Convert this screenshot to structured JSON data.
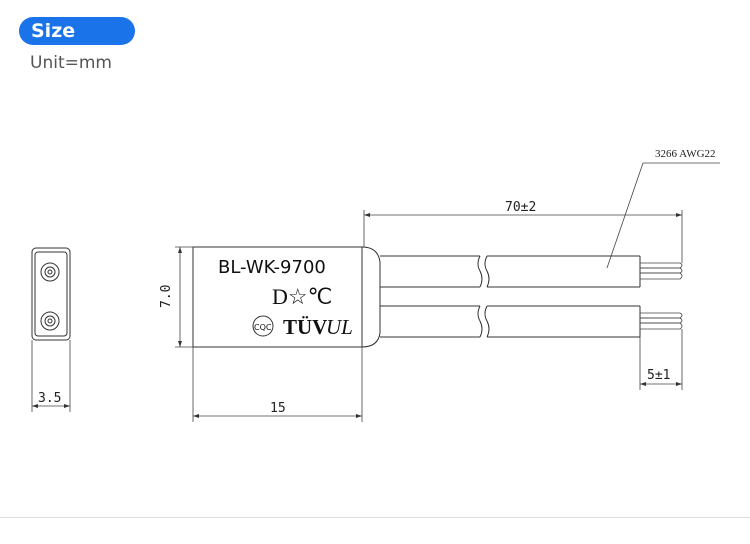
{
  "header": {
    "badge_label": "Size",
    "unit_label": "Unit=mm"
  },
  "drawing": {
    "model": "BL-WK-9700",
    "rating_mark": "D☆℃",
    "cert_marks": [
      "CQC",
      "TÜV",
      "UL"
    ],
    "wire_spec": "3266 AWG22",
    "dimensions": {
      "wire_length": "70±2",
      "height": "7.0",
      "body_length": "15",
      "thickness": "3.5",
      "strip_length": "5±1"
    }
  },
  "colors": {
    "badge": "#1a73e8",
    "line": "#333333"
  }
}
